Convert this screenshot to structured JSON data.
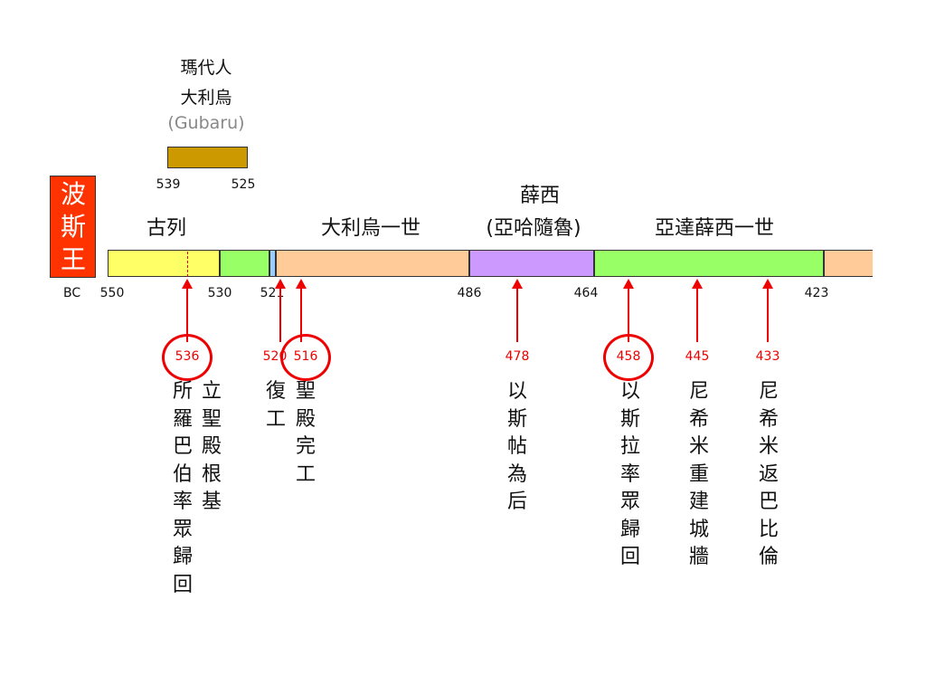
{
  "persian_kings_label": "波斯王",
  "gubaru": {
    "line1": "瑪代人",
    "line2": "大利烏",
    "line3": "(Gubaru)",
    "start": "539",
    "end": "525",
    "color": "#cc9900"
  },
  "kings": {
    "cyrus": "古列",
    "darius": "大利烏一世",
    "xerxes_line1": "薛西",
    "xerxes_line2": "(亞哈隨魯)",
    "artaxerxes": "亞達薛西一世"
  },
  "bc_label": "BC",
  "ticks": [
    "550",
    "530",
    "521",
    "486",
    "464",
    "423"
  ],
  "segment_colors": [
    "#ffff66",
    "#99ff66",
    "#99ccff",
    "#ffcc99",
    "#cc99ff",
    "#99ff66",
    "#ffcc99"
  ],
  "events": [
    {
      "year": "536",
      "circled": true,
      "texts": [
        "所羅巴伯率眾歸回",
        "立聖殿根基"
      ]
    },
    {
      "year": "520",
      "circled": false,
      "texts": [
        "復工"
      ]
    },
    {
      "year": "516",
      "circled": true,
      "texts": [
        "聖殿完工"
      ]
    },
    {
      "year": "478",
      "circled": false,
      "texts": [
        "以斯帖為后"
      ]
    },
    {
      "year": "458",
      "circled": true,
      "texts": [
        "以斯拉率眾歸回"
      ]
    },
    {
      "year": "445",
      "circled": false,
      "texts": [
        "尼希米重建城牆"
      ]
    },
    {
      "year": "433",
      "circled": false,
      "texts": [
        "尼希米返巴比倫"
      ]
    }
  ]
}
